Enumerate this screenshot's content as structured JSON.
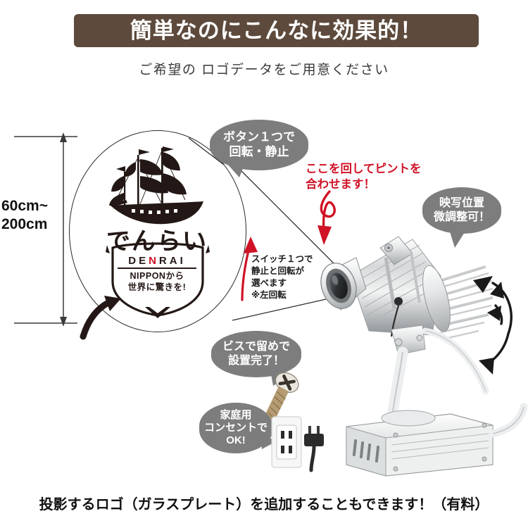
{
  "header": {
    "title": "簡単なのにこんなに効果的！",
    "subtitle": "ご希望の ロゴデータをご用意ください",
    "bar_color": "#5d4a3c",
    "title_color": "#ffffff"
  },
  "dimension": {
    "label": "60cm~\n200cm",
    "min": "60cm",
    "max": "200cm"
  },
  "logo": {
    "icon": "sailing-ship",
    "brand_jp": "でんらい",
    "brand_romaji_parts": [
      "D",
      "E",
      "N",
      "R",
      "A",
      "I"
    ],
    "accent_letter": "N",
    "accent_color": "#cf1225",
    "tagline_line1": "NIPPONから",
    "tagline_line2": "世界に驚きを!"
  },
  "callouts": {
    "rotate": {
      "text": "ボタン１つで\n回転・静止",
      "bg": "#7d7d7d"
    },
    "position": {
      "text": "映写位置\n微調整可！",
      "bg": "#7d7d7d"
    },
    "screw": {
      "text": "ビスで留めで\n設置完了！",
      "bg": "#7d7d7d"
    },
    "plug": {
      "text": "家庭用\nコンセントで\nOK!",
      "bg": "#7d7d7d"
    }
  },
  "annotations": {
    "focus": {
      "text": "ここを回してピントを\n合わせます！",
      "color": "#cf1225"
    },
    "switch": {
      "text": "スイッチ１つで\n静止と回転が\n選べます\n※左回転",
      "color": "#1a1a1a"
    }
  },
  "footer": {
    "text": "投影するロゴ（ガラスプレート）を追加することもできます！（有料）"
  }
}
